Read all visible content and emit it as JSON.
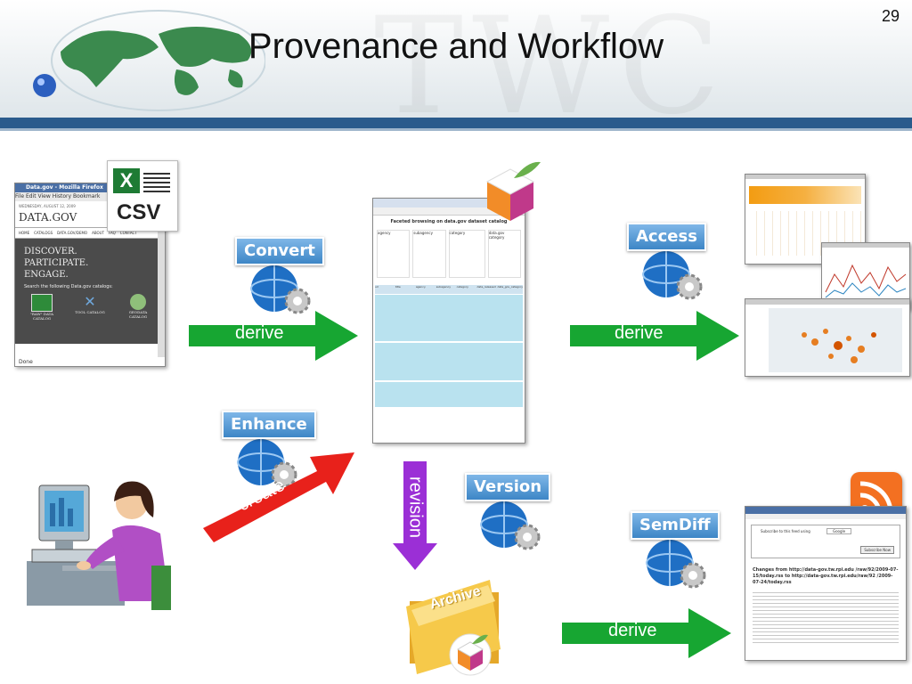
{
  "slide": {
    "title": "Provenance and Workflow",
    "page_number": "29",
    "watermark": "TWC"
  },
  "services": {
    "convert": "Convert",
    "enhance": "Enhance",
    "access": "Access",
    "version": "Version",
    "semdiff": "SemDiff"
  },
  "arrows": {
    "derive_left": "derive",
    "derive_right": "derive",
    "derive_bottom": "derive",
    "create": "create",
    "revision": "revision"
  },
  "datagov_window": {
    "title": "Data.gov - Mozilla Firefox",
    "menu": [
      "File",
      "Edit",
      "View",
      "History",
      "Bookmark"
    ],
    "date": "WEDNESDAY, AUGUST 12, 2009",
    "logo": "DATA.GOV",
    "nav": [
      "HOME",
      "CATALOGS",
      "DATA.GOV/DEMO",
      "ABOUT",
      "FAQ",
      "CONTACT"
    ],
    "headline": [
      "DISCOVER.",
      "PARTICIPATE.",
      "ENGAGE."
    ],
    "search_text": "Search the following Data.gov catalogs:",
    "catalogs": [
      "\"RAW\" DATA CATALOG",
      "TOOL CATALOG",
      "GEODATA CATALOG"
    ],
    "status": "Done"
  },
  "csv_icon": {
    "label": "CSV"
  },
  "faceted_window": {
    "heading": "Faceted browsing on data.gov dataset catalog",
    "facets": [
      "agency",
      "subagency",
      "category",
      "data.gov category"
    ],
    "columns": [
      "url",
      "title",
      "agency",
      "subagency",
      "category",
      "date_released",
      "data_gov_category"
    ]
  },
  "archive": {
    "label": "Archive"
  },
  "semdiff_window": {
    "subscribe": "Subscribe to this feed using",
    "reader": "Google",
    "subscribe_button": "Subscribe Now",
    "changes_title": "Changes from http://data-gov.tw.rpi.edu /raw/92/2009-07-15/today.rss to http://data-gov.tw.rpi.edu/raw/92 /2009-07-24/today.rss"
  },
  "colors": {
    "header_bar": "#2a5b8c",
    "service_label": "#3d86c6",
    "derive_arrow": "#17a632",
    "create_arrow": "#e8211b",
    "revision_arrow": "#9b2fd6"
  }
}
